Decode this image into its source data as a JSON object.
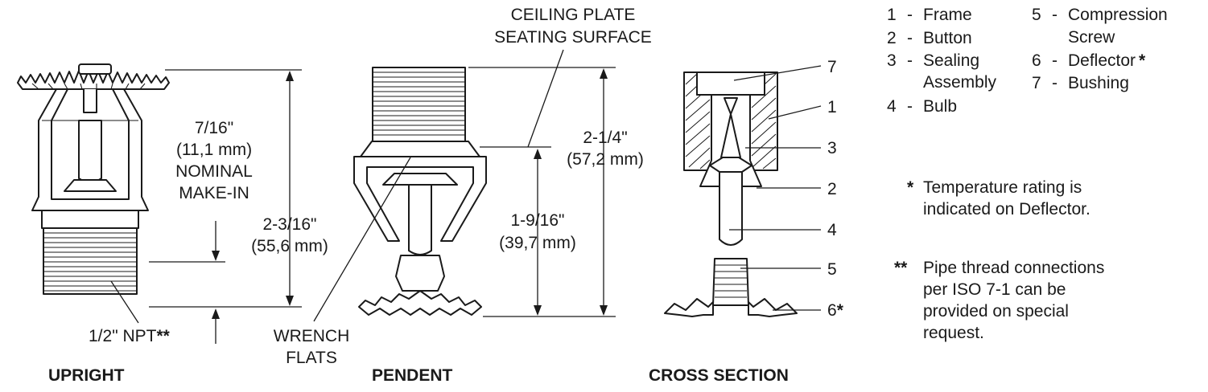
{
  "views": {
    "upright": {
      "title": "UPRIGHT",
      "makein_line1": "7/16\"",
      "makein_line2": "(11,1 mm)",
      "makein_line3": "NOMINAL",
      "makein_line4": "MAKE-IN",
      "overall_line1": "2-3/16\"",
      "overall_line2": "(55,6 mm)",
      "npt": "1/2\" NPT",
      "npt_mark": "**"
    },
    "pendent": {
      "title": "PENDENT",
      "ceiling_line1": "CEILING PLATE",
      "ceiling_line2": "SEATING SURFACE",
      "overall_line1": "2-1/4\"",
      "overall_line2": "(57,2 mm)",
      "drop_line1": "1-9/16\"",
      "drop_line2": "(39,7 mm)",
      "wrench_line1": "WRENCH",
      "wrench_line2": "FLATS"
    },
    "cross_section": {
      "title": "CROSS SECTION",
      "callouts": [
        "7",
        "1",
        "3",
        "2",
        "4",
        "5",
        "6"
      ],
      "callout_6_mark": "*"
    }
  },
  "legend": {
    "items": [
      {
        "num": "1",
        "sep": "-",
        "line1": "Frame",
        "line2": ""
      },
      {
        "num": "2",
        "sep": "-",
        "line1": "Button",
        "line2": ""
      },
      {
        "num": "3",
        "sep": "-",
        "line1": "Sealing",
        "line2": "Assembly"
      },
      {
        "num": "4",
        "sep": "-",
        "line1": "Bulb",
        "line2": ""
      },
      {
        "num": "5",
        "sep": "-",
        "line1": "Compression",
        "line2": "Screw"
      },
      {
        "num": "6",
        "sep": "-",
        "line1": "Deflector",
        "line2": ""
      },
      {
        "num": "7",
        "sep": "-",
        "line1": "Bushing",
        "line2": ""
      }
    ],
    "deflector_mark": "*"
  },
  "notes": {
    "note1_mark": "*",
    "note1_line1": "Temperature rating is",
    "note1_line2": "indicated on Deflector.",
    "note2_mark": "**",
    "note2_line1": "Pipe thread connections",
    "note2_line2": "per ISO 7-1 can be",
    "note2_line3": "provided on special",
    "note2_line4": "request."
  }
}
